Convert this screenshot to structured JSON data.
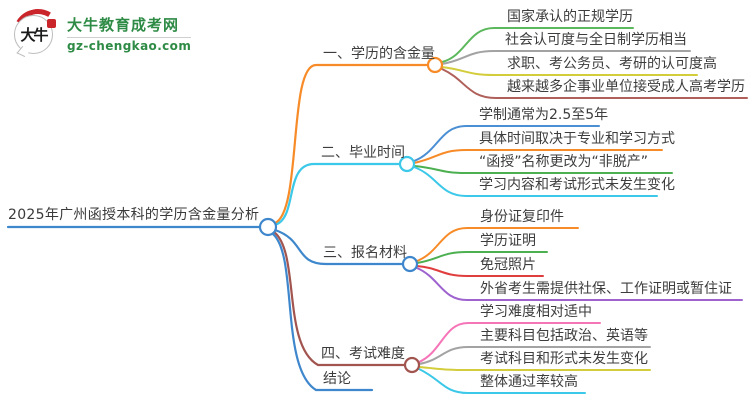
{
  "site": {
    "name": "大牛教育成考网",
    "domain": "gz-chengkao.com",
    "logo_glyphs": "大牛",
    "brand_green": "#2e8b45",
    "brand_red": "#c9252b"
  },
  "root": {
    "label": "2025年广州函授本科的学历含金量分析",
    "color": "#3f87cc"
  },
  "branches": [
    {
      "label": "一、学历的含金量",
      "color": "#f78b28",
      "children": [
        {
          "label": "国家承认的正规学历",
          "color": "#5cb85c"
        },
        {
          "label": "社会认可度与全日制学历相当",
          "color": "#a3a3a3"
        },
        {
          "label": "求职、考公务员、考研的认可度高",
          "color": "#d4cd3b"
        },
        {
          "label": "越来越多企事业单位接受成人高考学历",
          "color": "#b0605a"
        }
      ]
    },
    {
      "label": "二、毕业时间",
      "color": "#3cc8e8",
      "children": [
        {
          "label": "学制通常为2.5至5年",
          "color": "#4a8fd3"
        },
        {
          "label": "具体时间取决于专业和学习方式",
          "color": "#f78b28"
        },
        {
          "label": "“函授”名称更改为“非脱产”",
          "color": "#4caf50"
        },
        {
          "label": "学习内容和考试形式未发生变化",
          "color": "#3cc8e8"
        }
      ]
    },
    {
      "label": "三、报名材料",
      "color": "#3f87cc",
      "children": [
        {
          "label": "身份证复印件",
          "color": "#f78b28"
        },
        {
          "label": "学历证明",
          "color": "#4caf50"
        },
        {
          "label": "免冠照片",
          "color": "#e03e3e"
        },
        {
          "label": "外省考生需提供社保、工作证明或暂住证",
          "color": "#9e63ce"
        }
      ]
    },
    {
      "label": "四、考试难度",
      "color": "#a2544f",
      "children": [
        {
          "label": "学习难度相对适中",
          "color": "#f575b8"
        },
        {
          "label": "主要科目包括政治、英语等",
          "color": "#a3a3a3"
        },
        {
          "label": "考试科目和形式未发生变化",
          "color": "#d4cd3b"
        },
        {
          "label": "整体通过率较高",
          "color": "#3cc8e8"
        }
      ]
    },
    {
      "label": "结论",
      "color": "#3f87cc",
      "children": []
    }
  ]
}
